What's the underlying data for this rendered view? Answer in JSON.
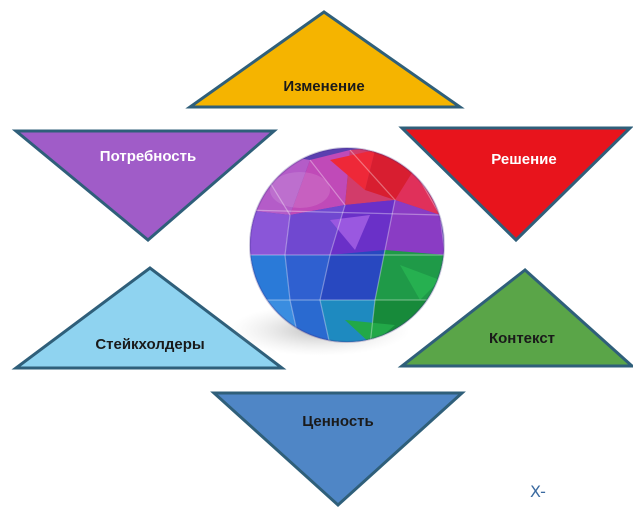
{
  "elements": [
    {
      "id": "izmenenie",
      "label": "Изменение",
      "fill": "#f5b400",
      "text_color": "#1a1a1a"
    },
    {
      "id": "potrebnost",
      "label": "Потребность",
      "fill": "#a05cc8",
      "text_color": "#ffffff"
    },
    {
      "id": "reshenie",
      "label": "Решение",
      "fill": "#e8141c",
      "text_color": "#ffffff"
    },
    {
      "id": "steikkholdery",
      "label": "Стейкхолдеры",
      "fill": "#8fd3f0",
      "text_color": "#1a1a1a"
    },
    {
      "id": "kontekst",
      "label": "Контекст",
      "fill": "#5aa548",
      "text_color": "#1a1a1a"
    },
    {
      "id": "tsennost",
      "label": "Ценность",
      "fill": "#4f86c6",
      "text_color": "#1a1a1a"
    }
  ],
  "border_color": "#2f5f7a",
  "center_image": "polyhedron-ball",
  "watermark": "X-"
}
